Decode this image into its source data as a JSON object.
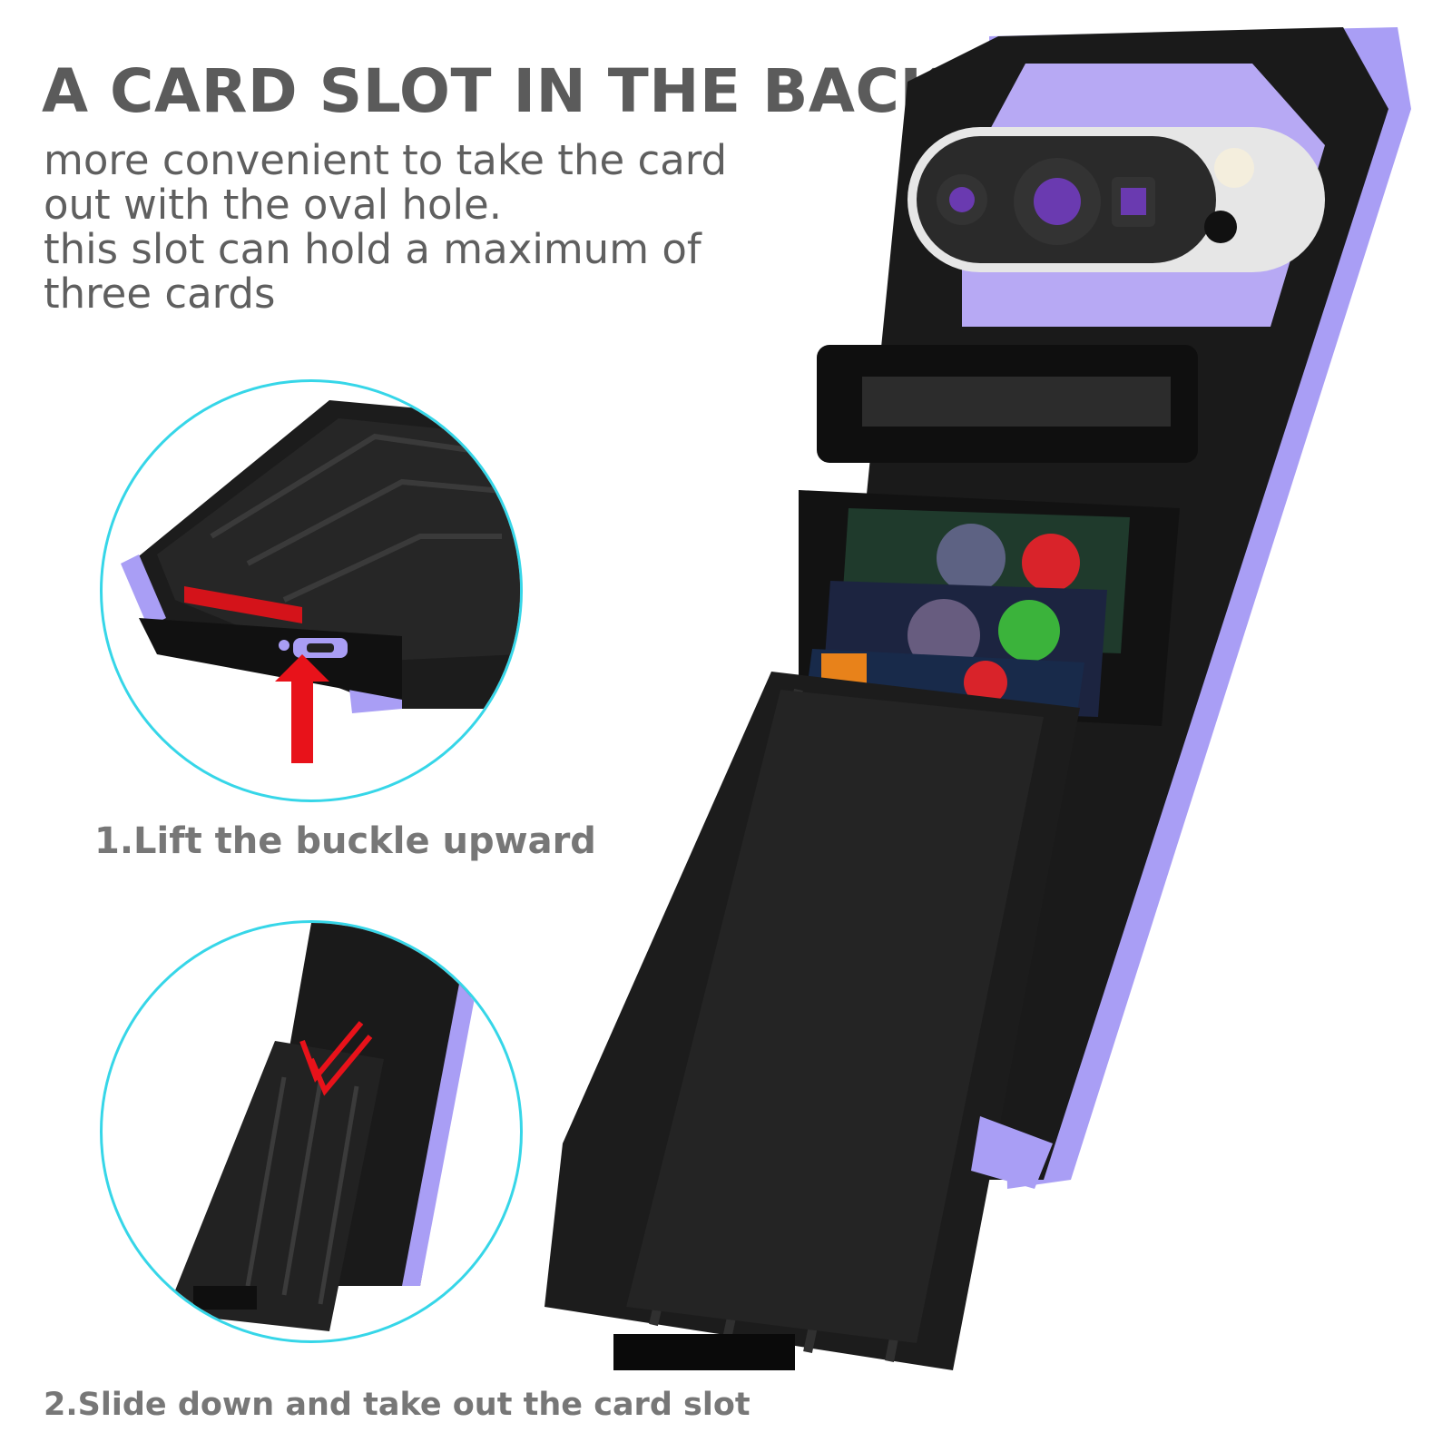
{
  "headline": "A CARD SLOT IN THE BACK",
  "description_lines": [
    "more convenient to take the card",
    "out with the oval hole.",
    "this slot can hold a maximum of",
    "three cards"
  ],
  "steps": [
    {
      "label": "1.Lift the buckle upward"
    },
    {
      "label": "2.Slide down and take out the card slot"
    }
  ],
  "colors": {
    "accent_purple": "#a99ef5",
    "case_black": "#1a1a1a",
    "circle_outline": "#36d6e8",
    "arrow_red": "#e8121a",
    "text_gray": "#5b5b5b"
  },
  "icons": [
    "up-arrow-icon",
    "chevron-down-icon"
  ]
}
